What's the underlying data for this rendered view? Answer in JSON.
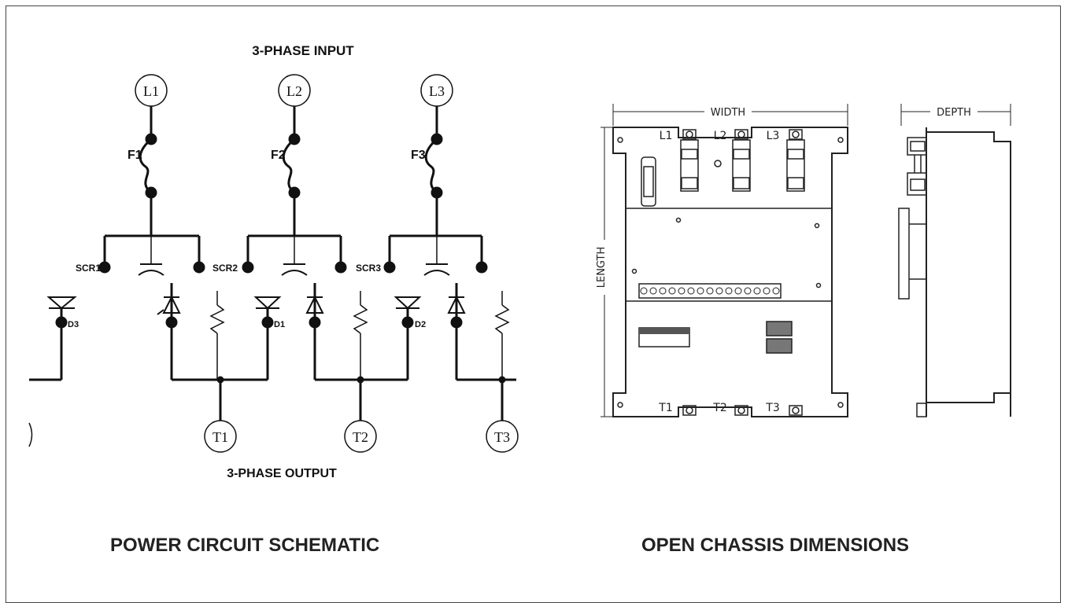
{
  "schematic": {
    "input_title": "3-PHASE INPUT",
    "output_title": "3-PHASE OUTPUT",
    "caption": "POWER CIRCUIT SCHEMATIC",
    "inputs": [
      "L1",
      "L2",
      "L3"
    ],
    "fuses": [
      "F1",
      "F2",
      "F3"
    ],
    "scrs": [
      "SCR1",
      "SCR2",
      "SCR3"
    ],
    "diodes": [
      "D3",
      "D1",
      "D2"
    ],
    "outputs": [
      "T1",
      "T2",
      "T3"
    ]
  },
  "chassis": {
    "caption": "OPEN CHASSIS DIMENSIONS",
    "width_label": "WIDTH",
    "length_label": "LENGTH",
    "depth_label": "DEPTH",
    "top_terminals": [
      "L1",
      "L2",
      "L3"
    ],
    "bottom_terminals": [
      "T1",
      "T2",
      "T3"
    ]
  }
}
